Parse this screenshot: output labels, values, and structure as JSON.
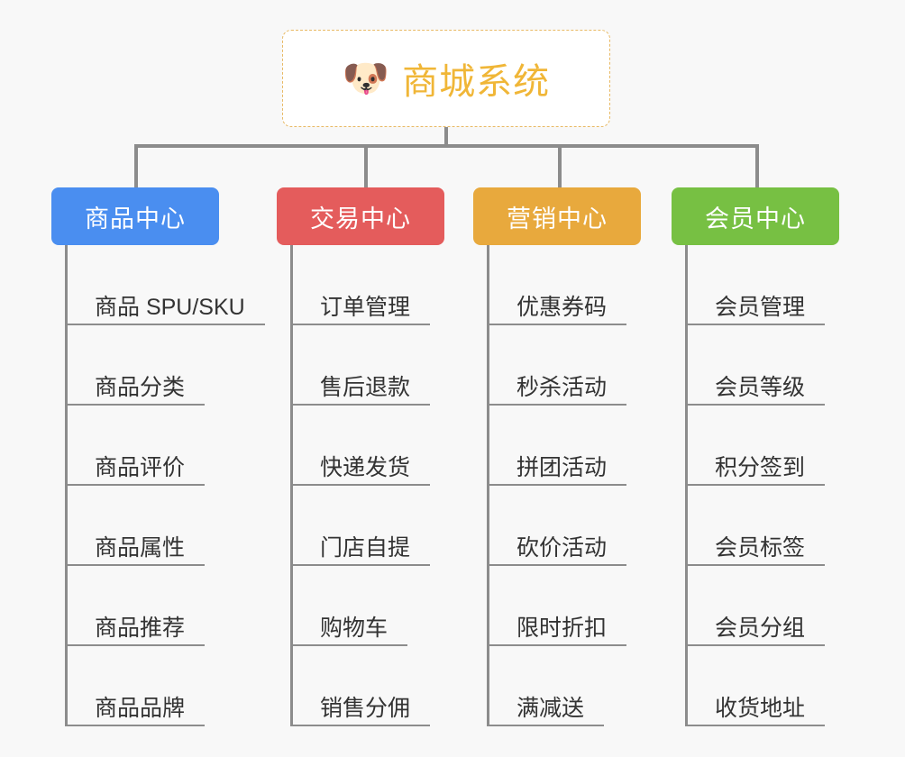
{
  "canvas": {
    "background": "#f8f8f8",
    "line_color": "#8c8c8c"
  },
  "root": {
    "icon": "shiba-dog-face-emoji",
    "emoji": "🐶",
    "title": "商城系统",
    "text_color": "#f0b637",
    "border_color": "#e8b964",
    "background": "#ffffff"
  },
  "branches": [
    {
      "label": "商品中心",
      "color": "#4a8ef0",
      "items": [
        "商品 SPU/SKU",
        "商品分类",
        "商品评价",
        "商品属性",
        "商品推荐",
        "商品品牌"
      ]
    },
    {
      "label": "交易中心",
      "color": "#e45c5c",
      "items": [
        "订单管理",
        "售后退款",
        "快递发货",
        "门店自提",
        "购物车",
        "销售分佣"
      ]
    },
    {
      "label": "营销中心",
      "color": "#e8a93d",
      "items": [
        "优惠券码",
        "秒杀活动",
        "拼团活动",
        "砍价活动",
        "限时折扣",
        "满减送"
      ]
    },
    {
      "label": "会员中心",
      "color": "#77c043",
      "items": [
        "会员管理",
        "会员等级",
        "积分签到",
        "会员标签",
        "会员分组",
        "收货地址"
      ]
    }
  ]
}
